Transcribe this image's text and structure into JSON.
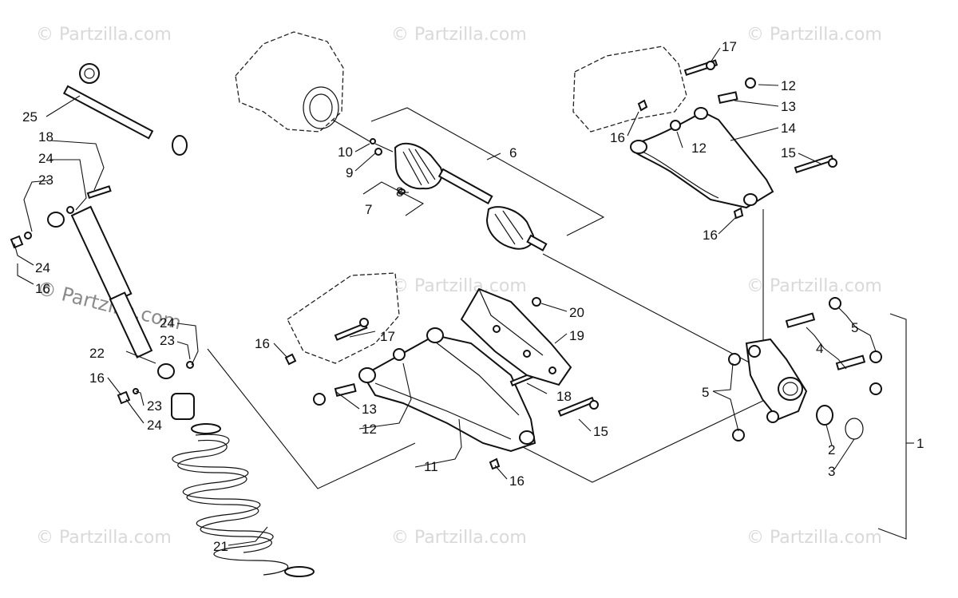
{
  "watermark": {
    "text": "© Partzilla.com",
    "color": "#d9d9d9",
    "featured_color": "#8a8a8a"
  },
  "callouts": {
    "c1": "1",
    "c2": "2",
    "c3": "3",
    "c4": "4",
    "c5a": "5",
    "c5b": "5",
    "c6": "6",
    "c7": "7",
    "c8": "8",
    "c9": "9",
    "c10": "10",
    "c11": "11",
    "c12a": "12",
    "c12b": "12",
    "c12c": "12",
    "c13a": "13",
    "c13b": "13",
    "c14": "14",
    "c15a": "15",
    "c15b": "15",
    "c16a": "16",
    "c16b": "16",
    "c16c": "16",
    "c16d": "16",
    "c16e": "16",
    "c16f": "16",
    "c17a": "17",
    "c17b": "17",
    "c18a": "18",
    "c18b": "18",
    "c19": "19",
    "c20": "20",
    "c21": "21",
    "c22": "22",
    "c23a": "23",
    "c23b": "23",
    "c23c": "23",
    "c24a": "24",
    "c24b": "24",
    "c24c": "24",
    "c24d": "24",
    "c25": "25"
  }
}
